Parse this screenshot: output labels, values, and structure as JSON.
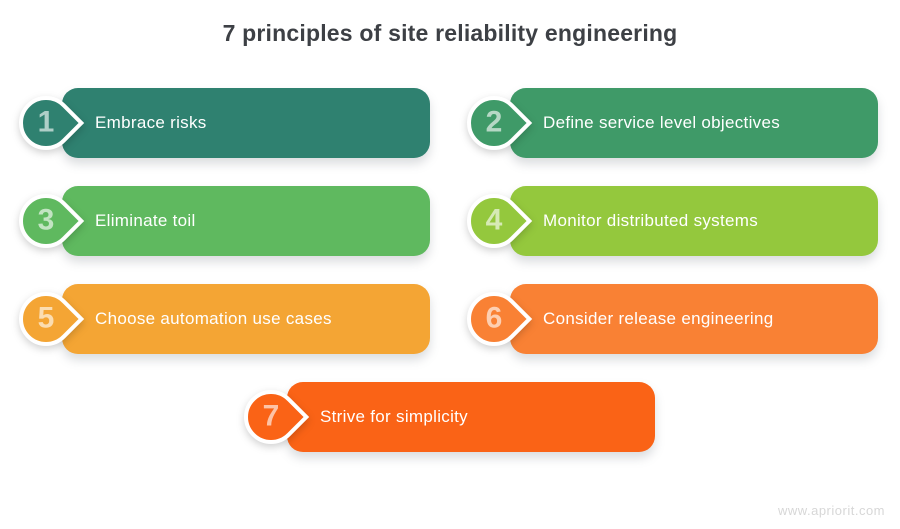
{
  "title": "7 principles of site reliability engineering",
  "watermark": "www.apriorit.com",
  "items": [
    {
      "number": "1",
      "label": "Embrace risks",
      "color": "#2F8170"
    },
    {
      "number": "2",
      "label": "Define service level objectives",
      "color": "#3F9A68"
    },
    {
      "number": "3",
      "label": "Eliminate toil",
      "color": "#5FB95F"
    },
    {
      "number": "4",
      "label": "Monitor distributed systems",
      "color": "#94C83D"
    },
    {
      "number": "5",
      "label": "Choose automation use cases",
      "color": "#F4A534"
    },
    {
      "number": "6",
      "label": "Consider release engineering",
      "color": "#F98134"
    },
    {
      "number": "7",
      "label": "Strive for simplicity",
      "color": "#FA6316"
    }
  ]
}
